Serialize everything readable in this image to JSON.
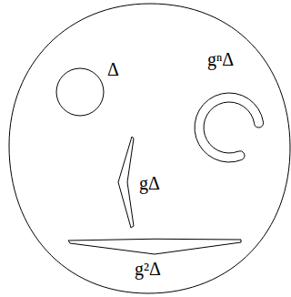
{
  "diagram": {
    "nodes": [
      {
        "text": [
          "Δ"
        ]
      },
      {
        "text": [
          "gΔ"
        ]
      },
      {
        "text": [
          "g²Δ"
        ]
      },
      {
        "text": [
          "gⁿΔ"
        ]
      }
    ]
  }
}
